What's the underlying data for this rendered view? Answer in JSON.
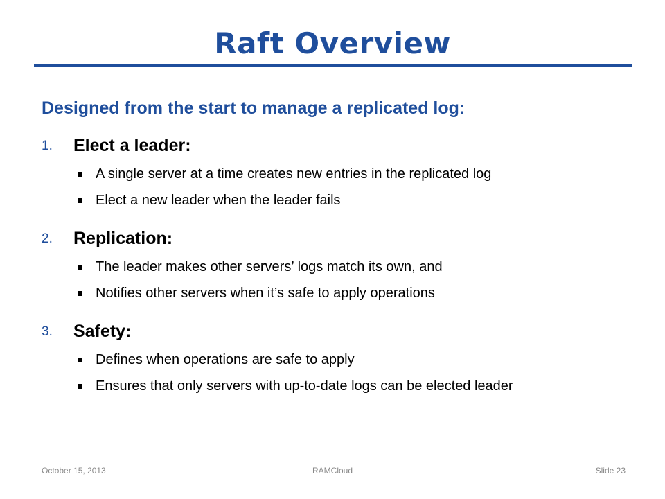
{
  "slide": {
    "title": "Raft Overview",
    "subtitle": "Designed from the start to manage a replicated log:",
    "sections": [
      {
        "number": "1.",
        "heading": "Elect a leader:",
        "bullets": [
          "A single server at a time creates new entries in the replicated log",
          "Elect a new leader when the leader fails"
        ]
      },
      {
        "number": "2.",
        "heading": "Replication:",
        "bullets": [
          "The leader makes other servers’ logs match its own, and",
          "Notifies other servers when it’s safe to apply operations"
        ]
      },
      {
        "number": "3.",
        "heading": "Safety:",
        "bullets": [
          "Defines when operations are safe to apply",
          "Ensures that only servers with up-to-date logs can be elected leader"
        ]
      }
    ]
  },
  "footer": {
    "date": "October 15, 2013",
    "center": "RAMCloud",
    "slide_number": "Slide 23"
  },
  "colors": {
    "accent": "#1f4e9c",
    "footer_text": "#888888"
  }
}
